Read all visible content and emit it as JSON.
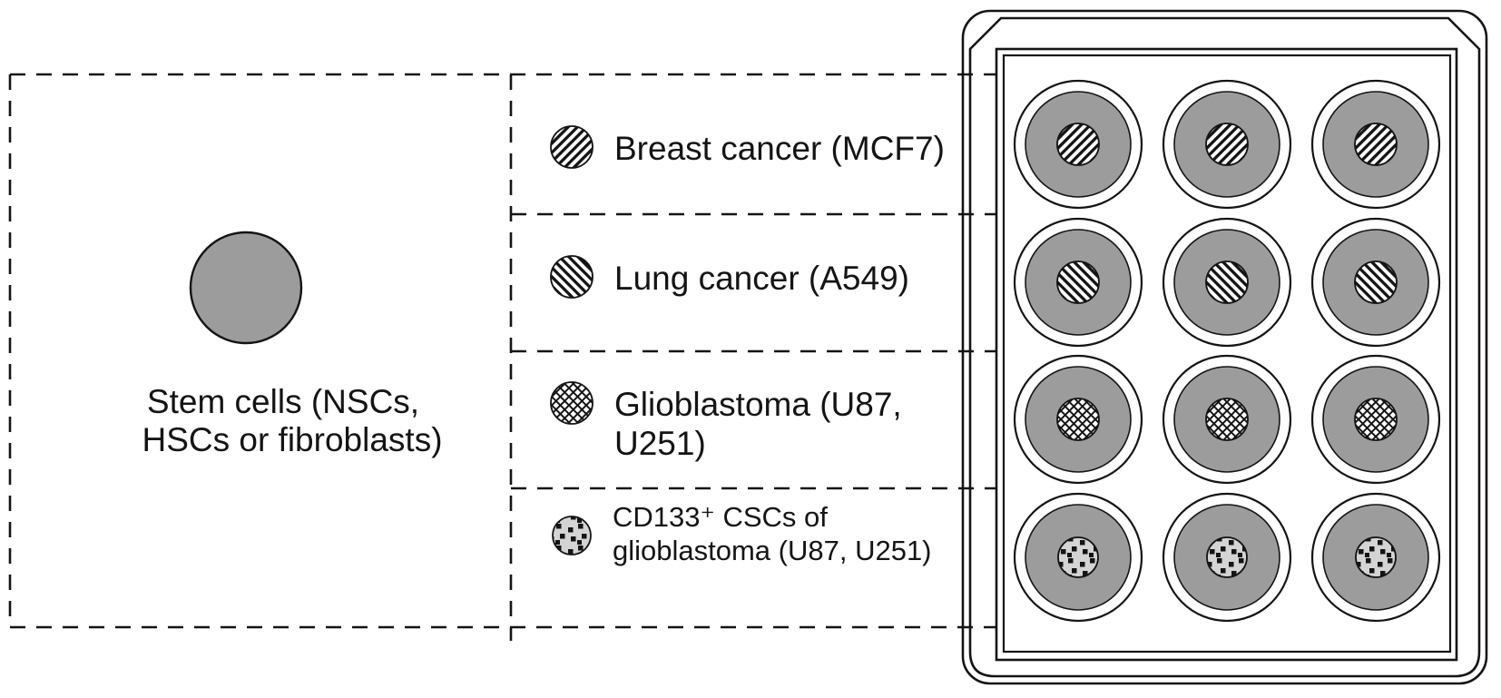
{
  "figure": {
    "stem_box": {
      "label_line1": "Stem cells (NSCs,",
      "label_line2": "HSCs or fibroblasts)"
    },
    "legend": {
      "items": [
        {
          "pattern": "forward-diagonal-hatch",
          "line1": "Breast cancer (MCF7)",
          "line2": ""
        },
        {
          "pattern": "back-diagonal-hatch",
          "line1": "Lung cancer (A549)",
          "line2": ""
        },
        {
          "pattern": "cross-hatch",
          "line1": "Glioblastoma (U87,",
          "line2": "U251)"
        },
        {
          "pattern": "speckled",
          "line1": "CD133⁺ CSCs of",
          "line2": "glioblastoma (U87, U251)"
        }
      ]
    },
    "plate": {
      "rows": 4,
      "columns": 3,
      "wells_total": 12,
      "row_center_patterns": [
        "forward-diagonal-hatch",
        "back-diagonal-hatch",
        "cross-hatch",
        "speckled"
      ]
    }
  },
  "colors": {
    "background": "#ffffff",
    "ink": "#141414",
    "circle_gray": "#9c9c9c",
    "speckle_gray": "#d4d4d4"
  }
}
